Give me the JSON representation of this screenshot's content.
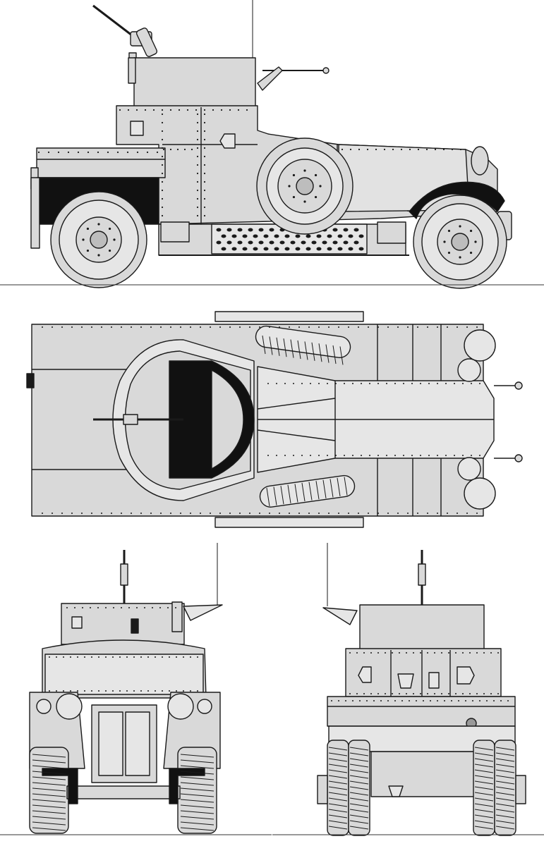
{
  "drawing": {
    "subject": "",
    "views": [
      {
        "id": "side",
        "label": ""
      },
      {
        "id": "top",
        "label": ""
      },
      {
        "id": "front",
        "label": ""
      },
      {
        "id": "rear",
        "label": ""
      }
    ]
  },
  "colors": {
    "line": "#1a1a1a",
    "panel": "#d9d9d9",
    "panel_light": "#e6e6e6",
    "shadow": "#111111",
    "ground": "#333333",
    "background": "#ffffff"
  }
}
